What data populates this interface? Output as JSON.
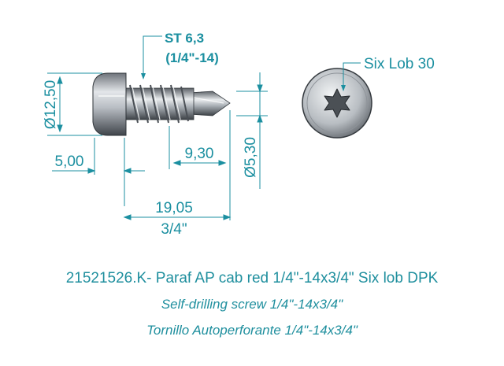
{
  "drawing": {
    "thread_label": "ST 6,3",
    "thread_label_inch": "(1/4\"-14)",
    "drive_label": "Six Lob 30",
    "head_diameter": "Ø12,50",
    "head_height": "5,00",
    "drill_length": "9,30",
    "drill_diameter": "Ø5,30",
    "length_mm": "19,05",
    "length_inch": "3/4\""
  },
  "caption": {
    "main": "21521526.K- Paraf AP cab red 1/4\"-14x3/4\" Six lob DPK",
    "english": "Self-drilling screw 1/4\"-14x3/4\"",
    "spanish": "Tornillo Autoperforante 1/4\"-14x3/4\""
  },
  "colors": {
    "dimension": "#1b8fa0",
    "caption": "#1f8f9e",
    "metal": "#a9aeb4"
  }
}
